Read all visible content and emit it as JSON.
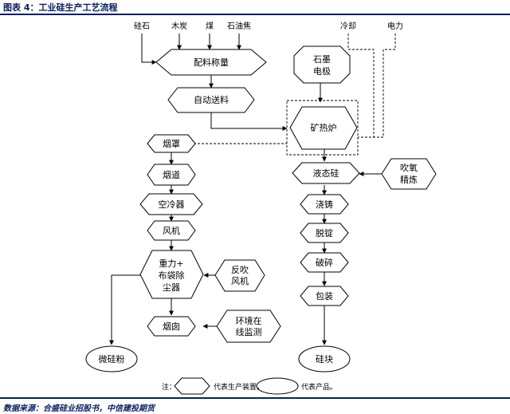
{
  "header": {
    "title": "图表 4：工业硅生产工艺流程"
  },
  "footer": {
    "source": "数据来源：合盛硅业招股书，中信建投期货"
  },
  "diagram": {
    "inputs": {
      "silica": "硅石",
      "charcoal": "木炭",
      "coal": "煤",
      "petroleum_coke": "石油焦",
      "cooling": "冷却",
      "power": "电力"
    },
    "nodes": {
      "batching": "配料称量",
      "auto_feed": "自动送料",
      "graphite_electrode": [
        "石墨",
        "电极"
      ],
      "furnace": "矿热炉",
      "hood": "烟罩",
      "flue": "烟道",
      "air_cooler": "空冷器",
      "fan": "风机",
      "dust_collector": [
        "重力+",
        "布袋除",
        "尘器"
      ],
      "back_blow_fan": [
        "反吹",
        "风机"
      ],
      "chimney": "烟囱",
      "env_monitor": [
        "环境在",
        "线监测"
      ],
      "micro_silica": "微硅粉",
      "liquid_silicon": "液态硅",
      "oxygen_refining": [
        "吹氧",
        "精炼"
      ],
      "casting": "浇铸",
      "demolding": "脱锭",
      "crushing": "破碎",
      "packing": "包装",
      "silicon_block": "硅块"
    },
    "legend": {
      "note": "注：",
      "equipment": "代表生产装置，",
      "product": "代表产品。"
    }
  }
}
